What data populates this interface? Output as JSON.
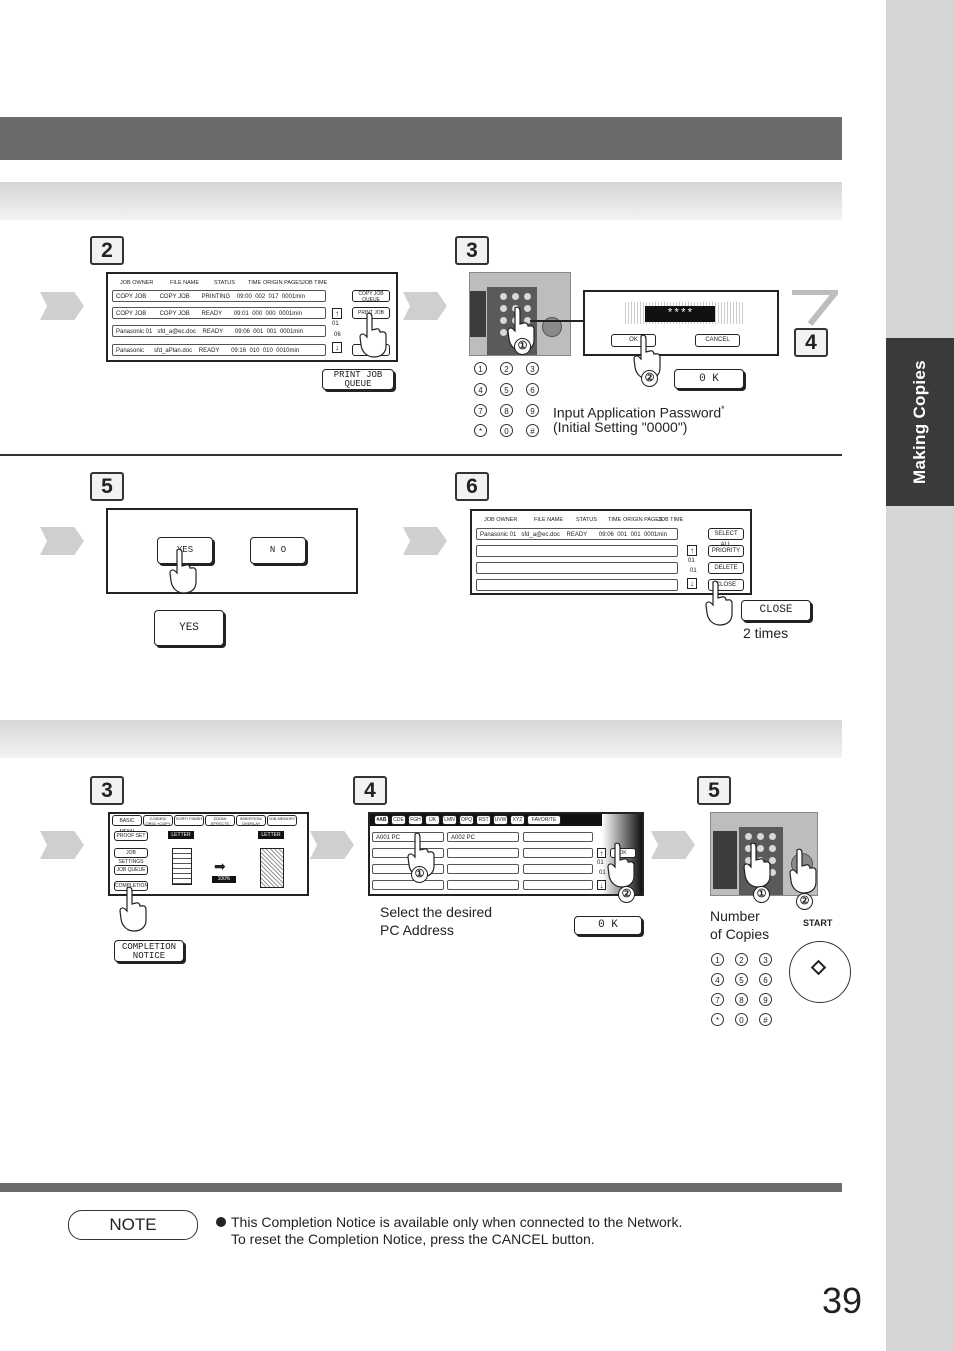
{
  "sidebar": {
    "tab_label": "Making Copies"
  },
  "steps": {
    "s2": "2",
    "s3": "3",
    "s4": "4",
    "s5": "5",
    "s6": "6",
    "t3": "3",
    "t4": "4",
    "t5": "5"
  },
  "queue_screen": {
    "headers": [
      "JOB OWNER",
      "FILE NAME",
      "STATUS",
      "TIME",
      "ORIGIN PAGES",
      "JOB TIME"
    ],
    "rows": [
      [
        "COPY JOB",
        "COPY JOB",
        "PRINTING",
        "09:00",
        "002",
        "017",
        "0001min"
      ],
      [
        "COPY JOB",
        "COPY JOB",
        "READY",
        "09:01",
        "000",
        "000",
        "0001min"
      ],
      [
        "Panasonic 01",
        "sfd_a@ec.doc",
        "READY",
        "09:06",
        "001",
        "001",
        "0001min"
      ],
      [
        "Panasonic",
        "sfd_aPlan.doc",
        "READY",
        "09:16",
        "010",
        "010",
        "0010min"
      ]
    ],
    "copy_job_queue": "COPY JOB QUEUE",
    "print_job_btn": "PRINT JOB",
    "page_counter": "01",
    "page_total": "06",
    "print_job_queue": "PRINT JOB QUEUE"
  },
  "password": {
    "mask": "****",
    "ok_small": "OK",
    "cancel": "CANCEL",
    "ok": "0 K",
    "caption_line1": "Input Application Password",
    "asterisk": "*",
    "caption_line2": "(Initial Setting \"0000\")",
    "keypad": [
      "1",
      "2",
      "3",
      "4",
      "5",
      "6",
      "7",
      "8",
      "9",
      "*",
      "0",
      "#"
    ]
  },
  "confirm": {
    "yes": "YES",
    "no": "N O",
    "yes_big": "YES"
  },
  "job_detail": {
    "row": [
      "Panasonic 01",
      "sfd_a@ec.doc",
      "READY",
      "09:06",
      "001",
      "001",
      "0001min"
    ],
    "select_all": "SELECT ALL",
    "priority": "PRIORITY",
    "delete": "DELETE",
    "close": "CLOSE",
    "close_big": "CLOSE",
    "page_counter": "01",
    "page_total": "01",
    "caption": "2 times"
  },
  "basic_menu": {
    "tabs": [
      "BASIC MENU",
      "2-SIDED/ ORIG.+COPY",
      "SORT/ FINISH",
      "ZOOM/ EFFECTS",
      "INSERTION/ OVERLAY",
      "JOB MEMORY"
    ],
    "side_buttons": [
      "PROOF SET",
      "JOB SETTINGS",
      "JOB QUEUE",
      "COMPLETION"
    ],
    "letter_left": "LETTER",
    "letter_right": "LETTER",
    "zoom": "100%",
    "completion_notice": "COMPLETION NOTICE"
  },
  "address": {
    "tabs": [
      "#AB",
      "CDE",
      "FGH",
      "IJK",
      "LMN",
      "OPQ",
      "RST",
      "UVW",
      "XYZ",
      "FAVORITE"
    ],
    "entries": [
      "A001 PC",
      "A002 PC"
    ],
    "ok_small": "OK",
    "ok": "0 K",
    "page_counter": "01",
    "page_total": "01",
    "caption_line1": "Select the desired",
    "caption_line2": "PC Address"
  },
  "copies": {
    "caption_line1": "Number",
    "caption_line2": "of Copies",
    "start_label": "START",
    "keypad": [
      "1",
      "2",
      "3",
      "4",
      "5",
      "6",
      "7",
      "8",
      "9",
      "*",
      "0",
      "#"
    ]
  },
  "markers": {
    "one": "①",
    "two": "②"
  },
  "note": {
    "label": "NOTE",
    "line1": "This Completion Notice is available only when connected to the Network.",
    "line2": "To reset the Completion Notice, press the CANCEL button."
  },
  "page_number": "39"
}
